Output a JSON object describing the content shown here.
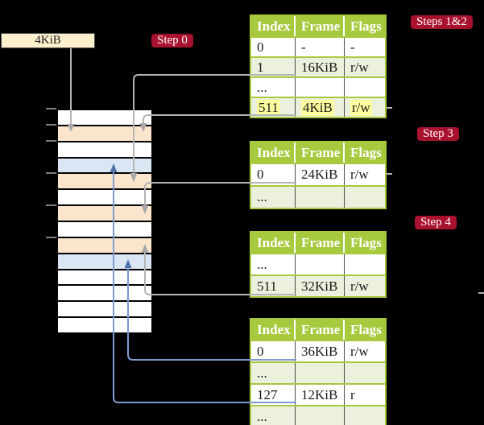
{
  "colors": {
    "background": "#000000",
    "badge_red": "#a8122f",
    "table_header_green": "#a7c93e",
    "table_row_green": "#ebf1dd",
    "highlight_yellow": "#fdfd9e",
    "frame_orange": "#fce5cd",
    "frame_blue": "#dbe6f4",
    "frame_white": "#ffffff",
    "connector_gray": "#b5b5b5",
    "connector_blue": "#7d9bce",
    "arrow_blue": "#4f74ab",
    "cr3_box_bg": "#fcf0cd"
  },
  "cr3_box": {
    "label": "4KiB"
  },
  "badges": {
    "step0": "Step 0",
    "steps12": "Steps 1&2",
    "step3": "Step 3",
    "step4": "Step 4"
  },
  "memory_column": {
    "frames": [
      {
        "kind": "plain"
      },
      {
        "kind": "page-table"
      },
      {
        "kind": "plain"
      },
      {
        "kind": "data"
      },
      {
        "kind": "page-table"
      },
      {
        "kind": "plain"
      },
      {
        "kind": "page-table"
      },
      {
        "kind": "plain"
      },
      {
        "kind": "page-table"
      },
      {
        "kind": "data"
      },
      {
        "kind": "plain"
      },
      {
        "kind": "plain"
      },
      {
        "kind": "plain"
      },
      {
        "kind": "plain"
      }
    ]
  },
  "tables": [
    {
      "name": "page-table-steps-1-2",
      "headers": [
        "Index",
        "Frame",
        "Flags"
      ],
      "rows": [
        {
          "index": "0",
          "frame": "-",
          "flags": "-",
          "shaded": false,
          "highlighted": false
        },
        {
          "index": "1",
          "frame": "16KiB",
          "flags": "r/w",
          "shaded": true,
          "highlighted": false
        },
        {
          "index": "...",
          "frame": "",
          "flags": "",
          "shaded": false,
          "highlighted": false
        },
        {
          "index": "511",
          "frame": "4KiB",
          "flags": "r/w",
          "shaded": true,
          "highlighted": true
        }
      ]
    },
    {
      "name": "page-table-step-3",
      "headers": [
        "Index",
        "Frame",
        "Flags"
      ],
      "rows": [
        {
          "index": "0",
          "frame": "24KiB",
          "flags": "r/w",
          "shaded": false,
          "highlighted": false
        },
        {
          "index": "...",
          "frame": "",
          "flags": "",
          "shaded": true,
          "highlighted": false
        }
      ]
    },
    {
      "name": "page-table-step-4",
      "headers": [
        "Index",
        "Frame",
        "Flags"
      ],
      "rows": [
        {
          "index": "...",
          "frame": "",
          "flags": "",
          "shaded": false,
          "highlighted": false
        },
        {
          "index": "511",
          "frame": "32KiB",
          "flags": "r/w",
          "shaded": true,
          "highlighted": false
        }
      ]
    },
    {
      "name": "page-table-final-level",
      "headers": [
        "Index",
        "Frame",
        "Flags"
      ],
      "rows": [
        {
          "index": "0",
          "frame": "36KiB",
          "flags": "r/w",
          "shaded": false,
          "highlighted": false
        },
        {
          "index": "...",
          "frame": "",
          "flags": "",
          "shaded": true,
          "highlighted": false
        },
        {
          "index": "127",
          "frame": "12KiB",
          "flags": "r",
          "shaded": false,
          "highlighted": false
        },
        {
          "index": "...",
          "frame": "",
          "flags": "",
          "shaded": true,
          "highlighted": false
        }
      ]
    }
  ]
}
